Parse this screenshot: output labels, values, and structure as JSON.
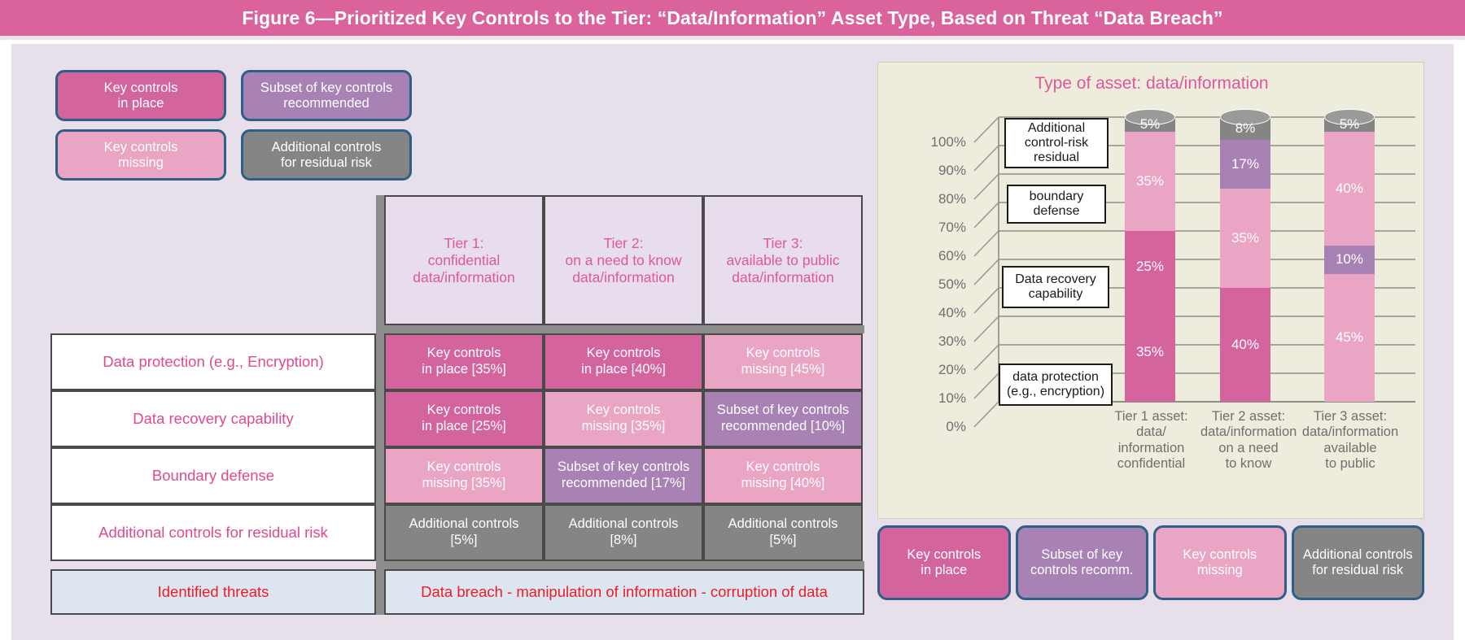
{
  "figure": {
    "title": "Figure 6—Prioritized Key Controls to the Tier: “Data/Information” Asset Type, Based on Threat “Data Breach”",
    "banner_color": "#d9639a"
  },
  "legend_top": {
    "items": [
      {
        "label": "Key controls\nin place",
        "line1": "Key controls",
        "line2": "in place",
        "color": "#d4649d",
        "name": "key-controls-in-place"
      },
      {
        "label": "Subset of key controls recommended",
        "line1": "Subset of key controls",
        "line2": "recommended",
        "color": "#a881b5",
        "name": "subset-of-key-controls-recommended"
      },
      {
        "label": "Key controls missing",
        "line1": "Key controls",
        "line2": "missing",
        "color": "#eba5c4",
        "name": "key-controls-missing"
      },
      {
        "label": "Additional controls for residual risk",
        "line1": "Additional  controls",
        "line2": "for residual  risk",
        "color": "#858585",
        "name": "additional-controls-for-residual-risk"
      }
    ]
  },
  "table": {
    "headers": [
      {
        "l1": "Tier 1:",
        "l2": "confidential",
        "l3": "data/information"
      },
      {
        "l1": "Tier 2:",
        "l2": "on a need to know",
        "l3": "data/information"
      },
      {
        "l1": "Tier 3:",
        "l2": "available to public",
        "l3": "data/information"
      }
    ],
    "rows": [
      {
        "control": "Data protection (e.g., Encryption)",
        "cells": [
          {
            "l1": "Key controls",
            "l2": "in place [35%]",
            "style": "cell-kcp"
          },
          {
            "l1": "Key controls",
            "l2": "in place [40%]",
            "style": "cell-kcp"
          },
          {
            "l1": "Key controls",
            "l2": "missing  [45%]",
            "style": "cell-kcm"
          }
        ]
      },
      {
        "control": "Data recovery capability",
        "cells": [
          {
            "l1": "Key controls",
            "l2": "in place [25%]",
            "style": "cell-kcp"
          },
          {
            "l1": "Key controls",
            "l2": "missing  [35%]",
            "style": "cell-kcm"
          },
          {
            "l1": "Subset of key controls",
            "l2": "recommended [10%]",
            "style": "cell-skc"
          }
        ]
      },
      {
        "control": "Boundary defense",
        "cells": [
          {
            "l1": "Key controls",
            "l2": "missing  [35%]",
            "style": "cell-kcm"
          },
          {
            "l1": "Subset of key controls",
            "l2": "recommended [17%]",
            "style": "cell-skc"
          },
          {
            "l1": "Key controls",
            "l2": "missing  [40%]",
            "style": "cell-kcm"
          }
        ]
      },
      {
        "control": "Additional controls for residual risk",
        "cells": [
          {
            "l1": "Additional controls",
            "l2": "[5%]",
            "style": "cell-acr"
          },
          {
            "l1": "Additional controls",
            "l2": "[8%]",
            "style": "cell-acr"
          },
          {
            "l1": "Additional controls",
            "l2": "[5%]",
            "style": "cell-acr"
          }
        ]
      }
    ],
    "threat_label": "Identified threats",
    "threat_value": "Data breach - manipulation of information - corruption of data",
    "control_text_color": "#e04a8c",
    "threat_text_color": "#ee1c25"
  },
  "chart_data": {
    "type": "bar",
    "title": "Type of asset: data/information",
    "xlabel": "",
    "ylabel": "",
    "ylim": [
      0,
      100
    ],
    "grid": true,
    "legend_position": "bottom",
    "ytick_labels": [
      "0%",
      "10%",
      "20%",
      "30%",
      "40%",
      "50%",
      "60%",
      "70%",
      "80%",
      "90%",
      "100%"
    ],
    "ytick_values": [
      0,
      10,
      20,
      30,
      40,
      50,
      60,
      70,
      80,
      90,
      100
    ],
    "categories": [
      "Tier 1 asset: data/ information confidential",
      "Tier 2 asset: data/information on a need to know",
      "Tier 3 asset: data/information available to public"
    ],
    "category_lines": [
      [
        "Tier 1 asset:",
        "data/",
        "information",
        "confidential"
      ],
      [
        "Tier 2 asset:",
        "data/information",
        "on a need",
        "to know"
      ],
      [
        "Tier 3 asset:",
        "data/information",
        "available",
        "to public"
      ]
    ],
    "series": [
      {
        "name": "data protection (e.g., encryption)",
        "values": [
          35,
          40,
          45
        ],
        "styles": [
          "s-kcp",
          "s-kcp",
          "s-kcm"
        ]
      },
      {
        "name": "Data recovery capability",
        "values": [
          25,
          35,
          10
        ],
        "styles": [
          "s-kcp",
          "s-kcm",
          "s-skc"
        ]
      },
      {
        "name": "boundary defense",
        "values": [
          35,
          17,
          40
        ],
        "styles": [
          "s-kcm",
          "s-skc",
          "s-kcm"
        ]
      },
      {
        "name": "Additional control-risk residual",
        "values": [
          5,
          8,
          5
        ],
        "styles": [
          "s-acr",
          "s-acr",
          "s-acr"
        ]
      }
    ],
    "annotations": [
      {
        "text": "Additional\ncontrol-risk\nresidual",
        "lines": [
          "Additional",
          "control-risk",
          "residual"
        ],
        "at_percent": 97
      },
      {
        "text": "boundary\ndefense",
        "lines": [
          "boundary",
          "defense"
        ],
        "at_percent": 80
      },
      {
        "text": "Data recovery\ncapability",
        "lines": [
          "Data recovery",
          "capability"
        ],
        "at_percent": 50
      },
      {
        "text": "data protection\n(e.g., encryption)",
        "lines": [
          "data protection",
          "(e.g., encryption)"
        ],
        "at_percent": 20
      }
    ]
  },
  "legend_bottom": {
    "items": [
      {
        "line1": "Key controls",
        "line2": "in place",
        "color": "#d4649d",
        "name": "key-controls-in-place"
      },
      {
        "line1": "Subset of key",
        "line2": "controls recomm.",
        "color": "#a881b5",
        "name": "subset-of-key-controls-recommended"
      },
      {
        "line1": "Key controls",
        "line2": "missing",
        "color": "#eba5c4",
        "name": "key-controls-missing"
      },
      {
        "line1": "Additional controls",
        "line2": "for residual risk",
        "color": "#858585",
        "name": "additional-controls-for-residual-risk"
      }
    ]
  }
}
